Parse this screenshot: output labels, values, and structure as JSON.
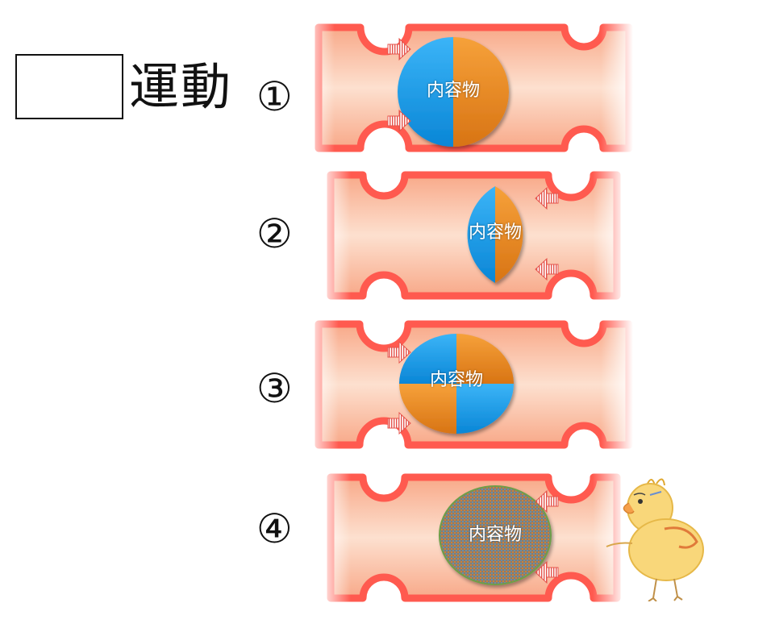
{
  "header": {
    "title": "運動"
  },
  "steps": [
    {
      "number": "①",
      "content_label": "内容物"
    },
    {
      "number": "②",
      "content_label": "内容物"
    },
    {
      "number": "③",
      "content_label": "内容物"
    },
    {
      "number": "④",
      "content_label": "内容物"
    }
  ],
  "colors": {
    "tube_wall": "#ff5a4f",
    "tube_inner": "#fbc2a3",
    "content_blue": "#1aa3f0",
    "content_orange": "#f18a22",
    "content_mixed": "#9b7c68",
    "arrow": "#e5534b"
  }
}
